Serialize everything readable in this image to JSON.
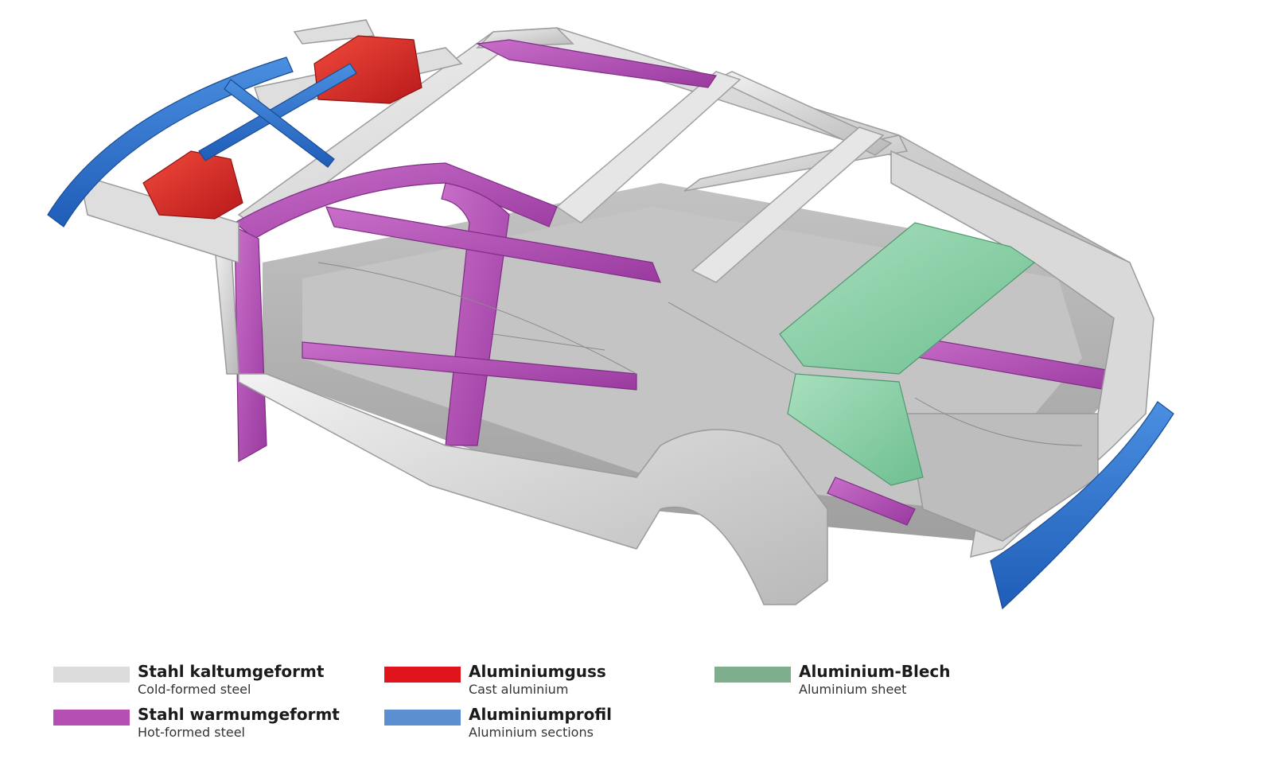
{
  "legend": {
    "items": [
      {
        "id": "cold-formed",
        "label_de": "Stahl kaltumgeformt",
        "label_en": "Cold-formed steel",
        "color": "#dcdcdc"
      },
      {
        "id": "cast-aluminium",
        "label_de": "Aluminiumguss",
        "label_en": "Cast aluminium",
        "color": "#e1141e"
      },
      {
        "id": "aluminium-sheet",
        "label_de": "Aluminium-Blech",
        "label_en": "Aluminium sheet",
        "color": "#7fae8f"
      },
      {
        "id": "hot-formed",
        "label_de": "Stahl warmumgeformt",
        "label_en": "Hot-formed steel",
        "color": "#b64fb3"
      },
      {
        "id": "aluminium-sections",
        "label_de": "Aluminiumprofil",
        "label_en": "Aluminium sections",
        "color": "#5b8fcf"
      }
    ]
  }
}
